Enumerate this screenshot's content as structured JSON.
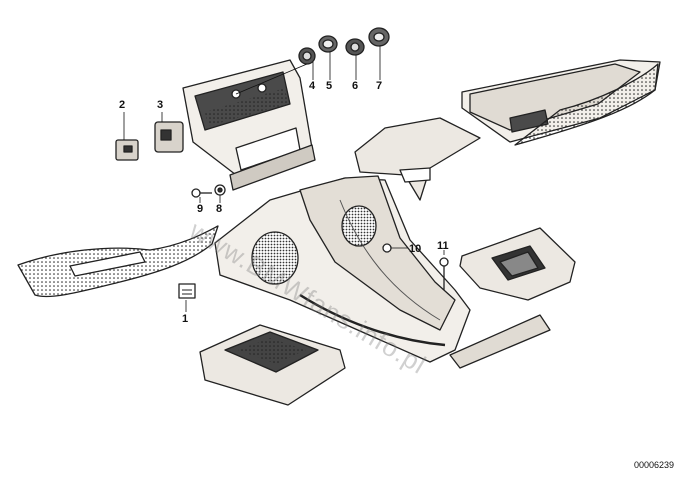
{
  "diagram": {
    "callouts": [
      {
        "label": "1"
      },
      {
        "label": "2"
      },
      {
        "label": "3"
      },
      {
        "label": "4"
      },
      {
        "label": "5"
      },
      {
        "label": "6"
      },
      {
        "label": "7"
      },
      {
        "label": "8"
      },
      {
        "label": "9"
      },
      {
        "label": "10"
      },
      {
        "label": "11"
      }
    ],
    "document_id": "00006239",
    "watermark": "www.BMWfans.info.pl"
  },
  "colors": {
    "line": "#222222",
    "fill": "#e6e2dc",
    "dark": "#3a3a3a"
  }
}
